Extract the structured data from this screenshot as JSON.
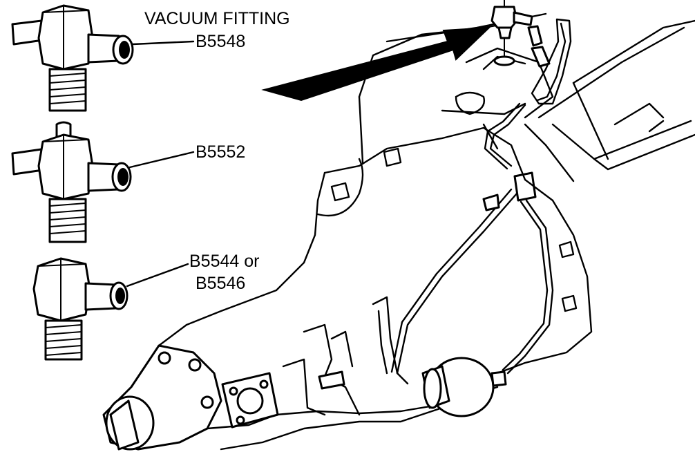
{
  "diagram": {
    "title": "VACUUM FITTING",
    "parts": [
      {
        "label": "B5548"
      },
      {
        "label": "B5552"
      },
      {
        "label": "B5544 or"
      },
      {
        "label": "B5546"
      }
    ]
  }
}
